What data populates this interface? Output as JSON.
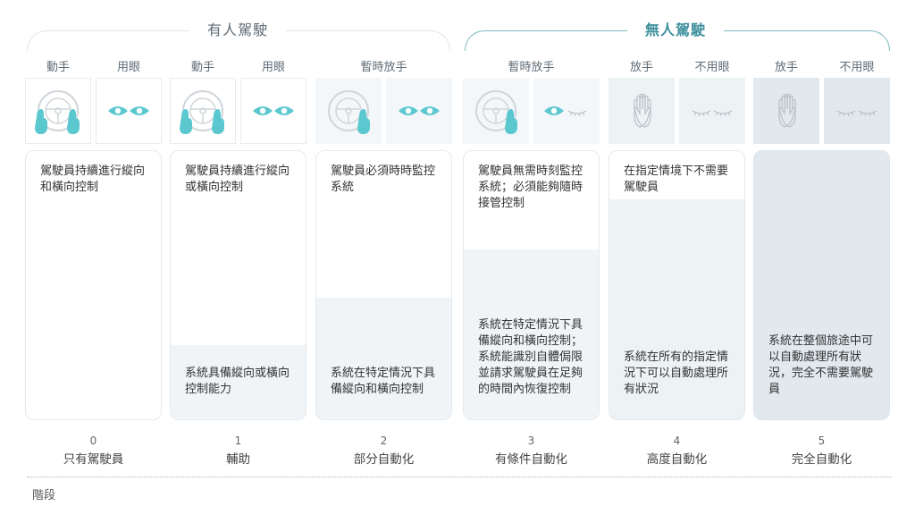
{
  "groups": {
    "manual": "有人駕駛",
    "auto": "無人駕駛"
  },
  "colors": {
    "accent": "#5bc8d0",
    "auto_title": "#3d8f9c"
  },
  "columns": [
    {
      "labels": [
        "動手",
        "用眼"
      ],
      "icons": [
        "steering-wheel-two-hands-icon",
        "eyes-open-icon"
      ],
      "top": "駕駛員持續進行縱向和橫向控制",
      "bottom": "",
      "level": "0",
      "name": "只有駕駛員"
    },
    {
      "labels": [
        "動手",
        "用眼"
      ],
      "icons": [
        "steering-wheel-two-hands-icon",
        "eyes-open-icon"
      ],
      "top": "駕駛員持續進行縱向或橫向控制",
      "bottom": "系統具備縱向或橫向控制能力",
      "level": "1",
      "name": "輔助"
    },
    {
      "labels": [
        "暫時放手"
      ],
      "icons": [
        "steering-wheel-one-hand-icon",
        "eyes-open-icon"
      ],
      "top": "駕駛員必須時時監控系統",
      "bottom": "系統在特定情況下具備縱向和橫向控制",
      "level": "2",
      "name": "部分自動化"
    },
    {
      "labels": [
        "暫時放手"
      ],
      "icons": [
        "steering-wheel-one-hand-icon",
        "eye-half-closed-icon"
      ],
      "top": "駕駛員無需時刻監控系統；必須能夠隨時接管控制",
      "bottom": "系統在特定情況下具備縱向和橫向控制；\n系統能識別自體侷限並請求駕駛員在足夠的時間內恢復控制",
      "level": "3",
      "name": "有條件自動化"
    },
    {
      "labels": [
        "放手",
        "不用眼"
      ],
      "icons": [
        "open-hands-icon",
        "eyes-closed-icon"
      ],
      "top": "在指定情境下不需要駕駛員",
      "bottom": "系統在所有的指定情況下可以自動處理所有狀況",
      "level": "4",
      "name": "高度自動化"
    },
    {
      "labels": [
        "放手",
        "不用眼"
      ],
      "icons": [
        "open-hands-icon",
        "eyes-closed-icon"
      ],
      "top": "",
      "bottom": "系統在整個旅途中可以自動處理所有狀況，完全不需要駕駛員",
      "level": "5",
      "name": "完全自動化"
    }
  ],
  "axis_label": "階段"
}
